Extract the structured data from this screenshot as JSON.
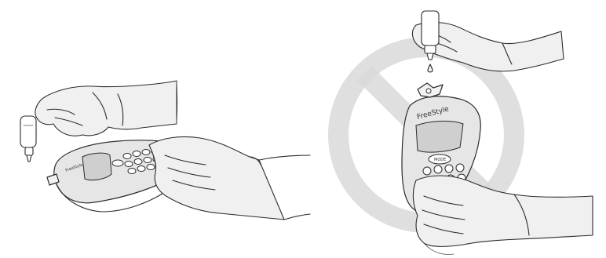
{
  "figure": {
    "panels": [
      {
        "id": "correct",
        "depicts": "gloved hand applying drop from bottle onto test strip of meter held horizontally"
      },
      {
        "id": "incorrect",
        "depicts": "gloved hand dripping onto strip of meter held vertically",
        "prohibited": true
      }
    ],
    "meter_brand_text": "FreeStyle",
    "meter_button_text": "MODE",
    "colors": {
      "outline": "#2b2b2b",
      "glove_fill": "#f0f0f0",
      "meter_fill": "#e6e6e6",
      "prohibit_sign": "#d9d9d9"
    },
    "icons": [
      "prohibition-sign"
    ]
  }
}
